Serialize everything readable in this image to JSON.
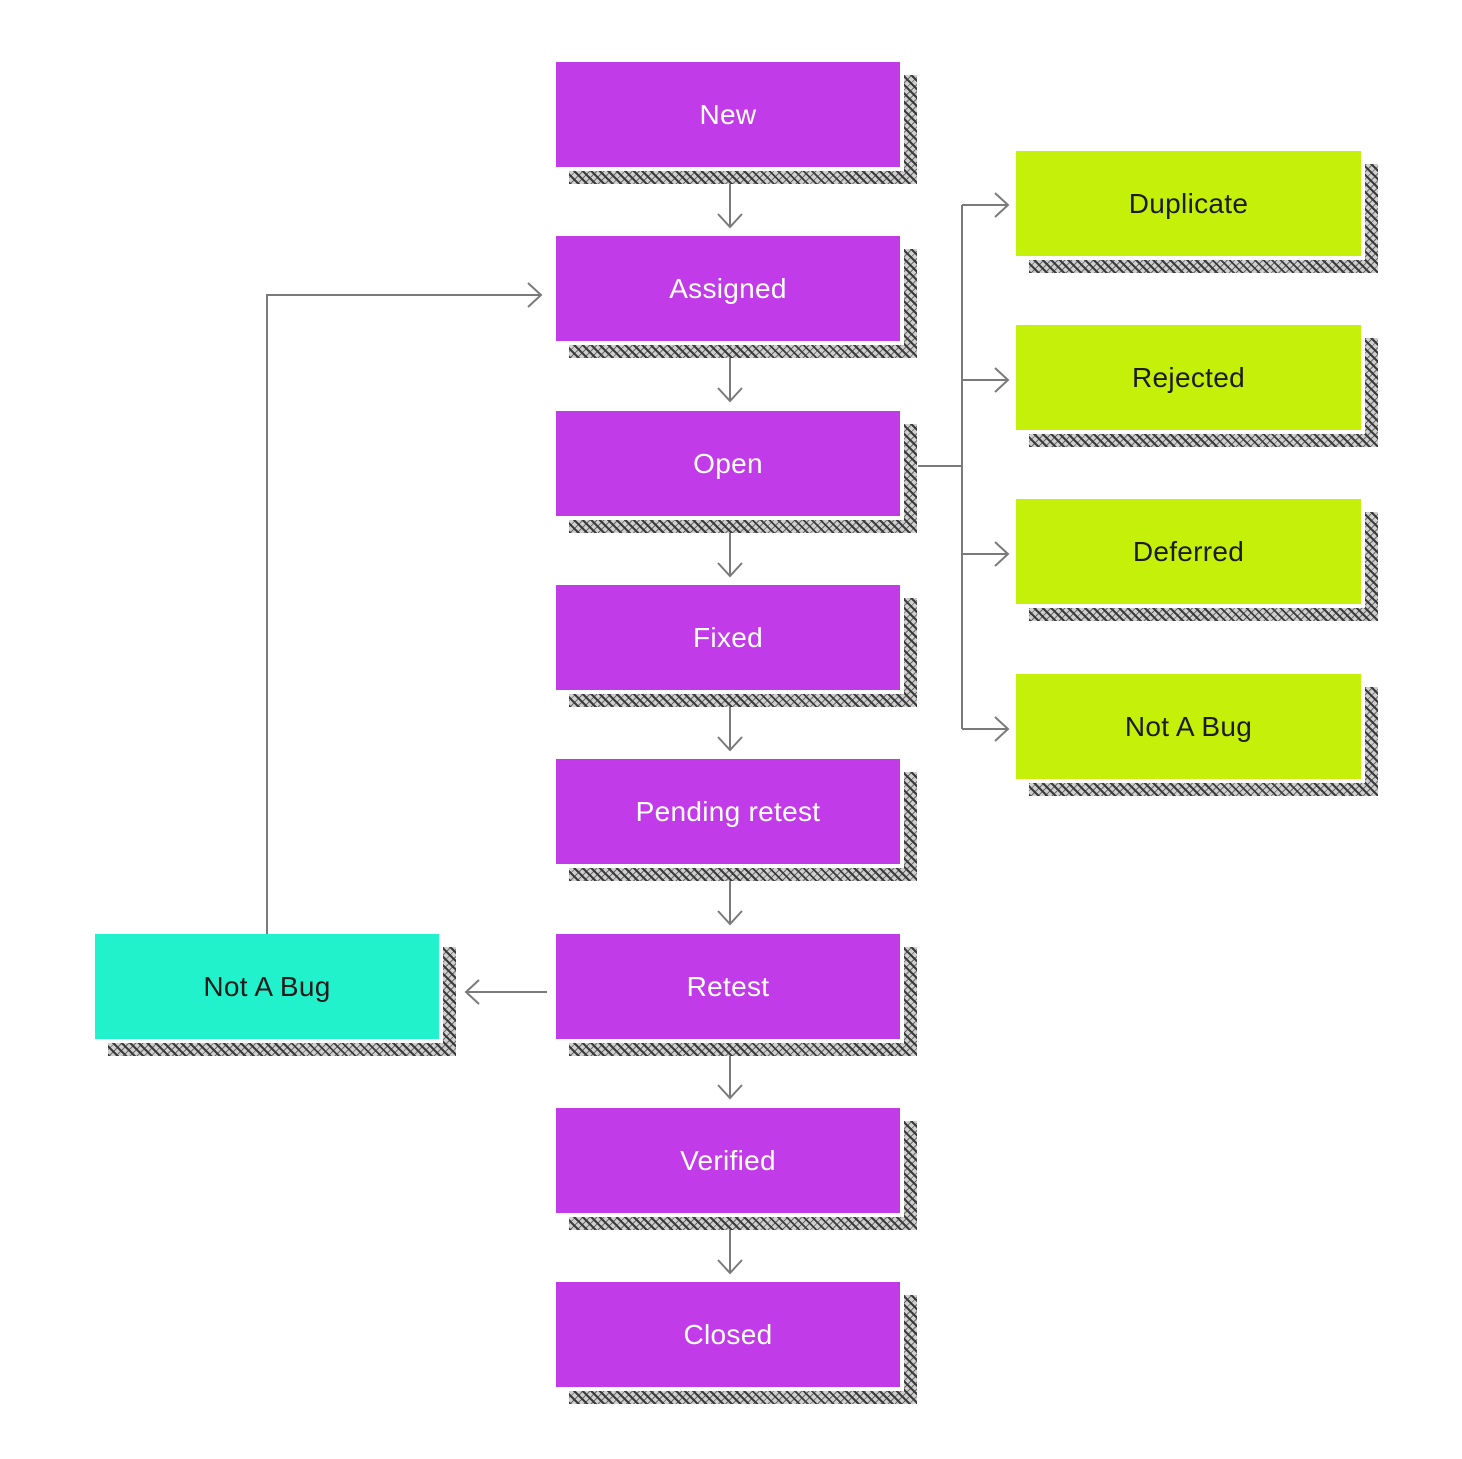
{
  "colors": {
    "state": "#c23be9",
    "resolution": "#c5f00a",
    "rejection": "#22f2cc",
    "connector": "#7a7a7a"
  },
  "main_flow": [
    {
      "id": "new",
      "label": "New"
    },
    {
      "id": "assigned",
      "label": "Assigned"
    },
    {
      "id": "open",
      "label": "Open"
    },
    {
      "id": "fixed",
      "label": "Fixed"
    },
    {
      "id": "pending-retest",
      "label": "Pending retest"
    },
    {
      "id": "retest",
      "label": "Retest"
    },
    {
      "id": "verified",
      "label": "Verified"
    },
    {
      "id": "closed",
      "label": "Closed"
    }
  ],
  "open_outcomes": [
    {
      "id": "duplicate",
      "label": "Duplicate"
    },
    {
      "id": "rejected",
      "label": "Rejected"
    },
    {
      "id": "deferred",
      "label": "Deferred"
    },
    {
      "id": "not-a-bug",
      "label": "Not A Bug"
    }
  ],
  "retest_outcome": {
    "id": "retest-not-a-bug",
    "label": "Not A Bug"
  },
  "edges": [
    {
      "from": "new",
      "to": "assigned"
    },
    {
      "from": "assigned",
      "to": "open"
    },
    {
      "from": "open",
      "to": "fixed"
    },
    {
      "from": "fixed",
      "to": "pending-retest"
    },
    {
      "from": "pending-retest",
      "to": "retest"
    },
    {
      "from": "retest",
      "to": "verified"
    },
    {
      "from": "verified",
      "to": "closed"
    },
    {
      "from": "open",
      "to": "duplicate"
    },
    {
      "from": "open",
      "to": "rejected"
    },
    {
      "from": "open",
      "to": "deferred"
    },
    {
      "from": "open",
      "to": "not-a-bug"
    },
    {
      "from": "retest",
      "to": "retest-not-a-bug"
    },
    {
      "from": "retest-not-a-bug",
      "to": "assigned"
    }
  ]
}
